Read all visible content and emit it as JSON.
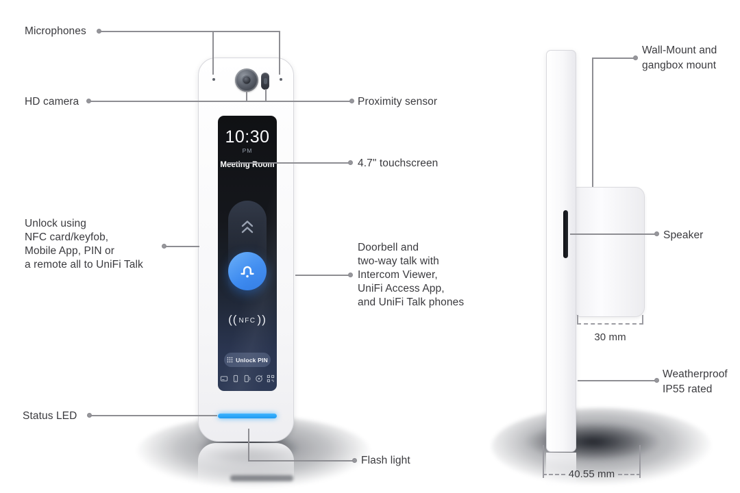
{
  "annotations": {
    "microphones": "Microphones",
    "hd_camera": "HD camera",
    "proximity_sensor": "Proximity sensor",
    "touchscreen": "4.7\" touchscreen",
    "unlock_using": [
      "Unlock using",
      "NFC card/keyfob,",
      "Mobile App, PIN or",
      "a remote all to UniFi Talk"
    ],
    "doorbell": [
      "Doorbell and",
      "two-way talk with",
      "Intercom Viewer,",
      "UniFi Access App,",
      "and UniFi Talk phones"
    ],
    "status_led": "Status LED",
    "flash_light": "Flash light",
    "wall_mount": [
      "Wall-Mount and",
      "gangbox mount"
    ],
    "speaker": "Speaker",
    "weatherproof": [
      "Weatherproof",
      "IP55 rated"
    ],
    "depth_mm": "30 mm",
    "width_mm": "40.55 mm"
  },
  "device_screen": {
    "time": "10:30",
    "meridiem": "PM",
    "location": "Meeting Room",
    "nfc_open": "((",
    "nfc_label": "NFC",
    "nfc_close": "))",
    "unlock_pin_label": "Unlock PIN"
  },
  "icons": {
    "row": [
      "access-card",
      "mobile-phone",
      "phone-tap",
      "nfc-fob",
      "qr-code"
    ],
    "bell": "doorbell-bell",
    "chevrons": "swipe-up",
    "keypad": "pin-keypad"
  },
  "colors": {
    "accent_blue": "#3b8df0",
    "led_blue": "#27a8ff",
    "screen_navy": "#2e3a54",
    "line_gray": "#8d8d92",
    "label_gray": "#3a3a3e"
  }
}
